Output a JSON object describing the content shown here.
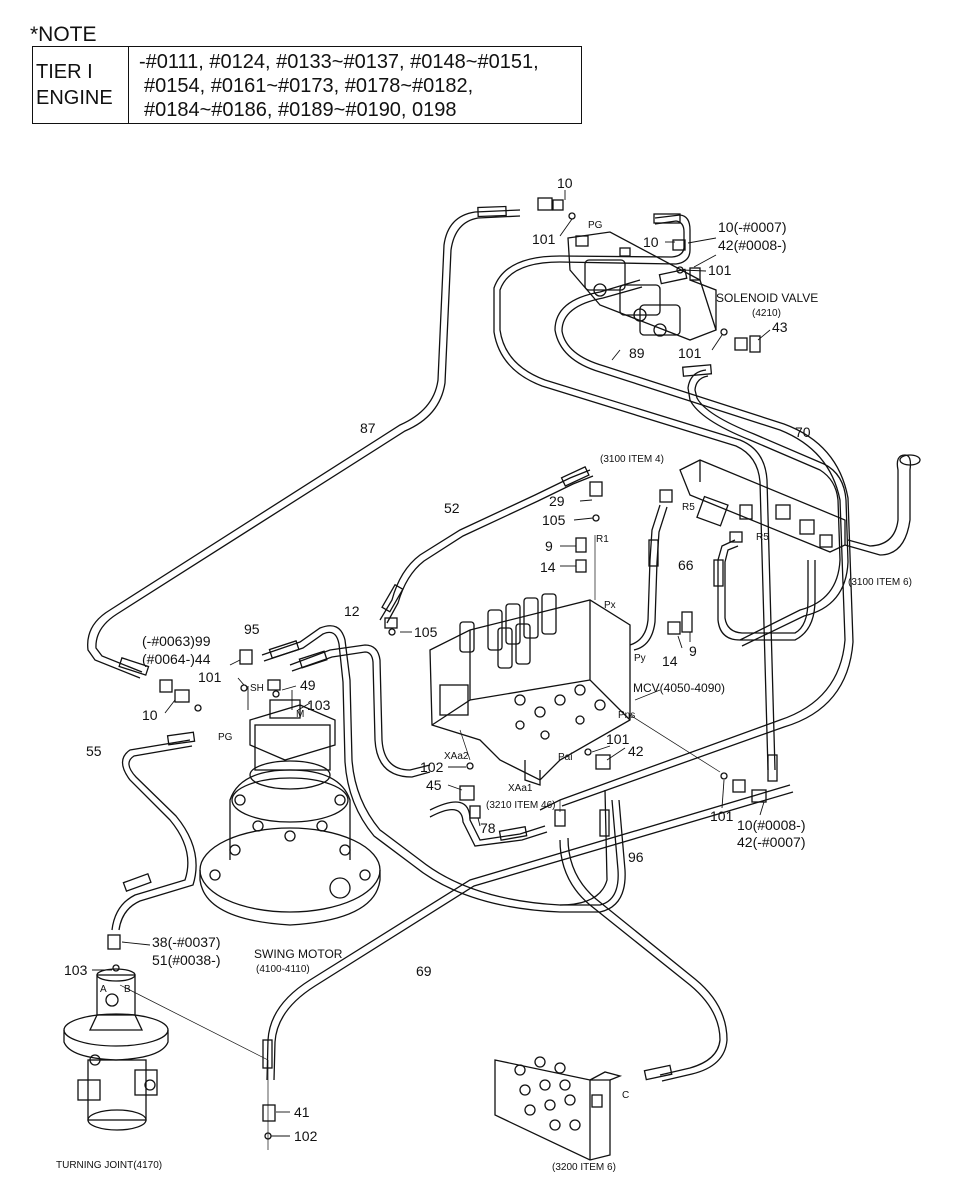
{
  "note": {
    "title": "*NOTE",
    "engine_line1": "TIER I",
    "engine_line2": "ENGINE",
    "serials": [
      "-#0111, #0124, #0133~#0137, #0148~#0151,",
      "#0154, #0161~#0173, #0178~#0182,",
      "#0184~#0186, #0189~#0190, 0198"
    ]
  },
  "components": {
    "solenoid_valve": "SOLENOID VALVE",
    "solenoid_valve_ref": "(4210)",
    "mcv": "MCV(4050-4090)",
    "swing_motor": "SWING MOTOR",
    "swing_motor_ref": "(4100-4110)",
    "turning_joint": "TURNING JOINT(4170)",
    "ref_3100_item4": "(3100 ITEM 4)",
    "ref_3100_item6": "(3100 ITEM 6)",
    "ref_3200_item6": "(3200 ITEM 6)",
    "ref_3210_item46": "(3210 ITEM 46)"
  },
  "port_labels": {
    "pg1": "PG",
    "pg2": "PG",
    "r1": "R1",
    "r5a": "R5",
    "r5b": "R5",
    "px": "Px",
    "py": "Py",
    "pns": "Pns",
    "pai": "Pai",
    "xaa2": "XAa2",
    "xaa1": "XAa1",
    "sh": "SH",
    "m": "M",
    "b": "B",
    "a": "A",
    "c": "C"
  },
  "callouts": {
    "c10_top": "10",
    "c101_top": "101",
    "c10_b": "10",
    "c10_0007": "10(-#0007)",
    "c42_0008": "42(#0008-)",
    "c101_sol": "101",
    "c43": "43",
    "c101_sol2": "101",
    "c89": "89",
    "c87": "87",
    "c70": "70",
    "c52": "52",
    "c29": "29",
    "c105_top": "105",
    "c9_top": "9",
    "c14_top": "14",
    "c66": "66",
    "c12": "12",
    "c105_mid": "105",
    "c95": "95",
    "c99": "(-#0063)99",
    "c44": "(#0064-)44",
    "c101_left": "101",
    "c10_left": "10",
    "c49": "49",
    "c103_motor": "103",
    "c14_right": "14",
    "c9_right": "9",
    "c101_mcv": "101",
    "c42_mcv": "42",
    "c102_mid": "102",
    "c45": "45",
    "c78": "78",
    "c101_right": "101",
    "c10_0008": "10(#0008-)",
    "c42_0007": "42(-#0007)",
    "c55": "55",
    "c96": "96",
    "c38": "38(-#0037)",
    "c51": "51(#0038-)",
    "c103_tj": "103",
    "c69": "69",
    "c41": "41",
    "c102_bottom": "102"
  }
}
